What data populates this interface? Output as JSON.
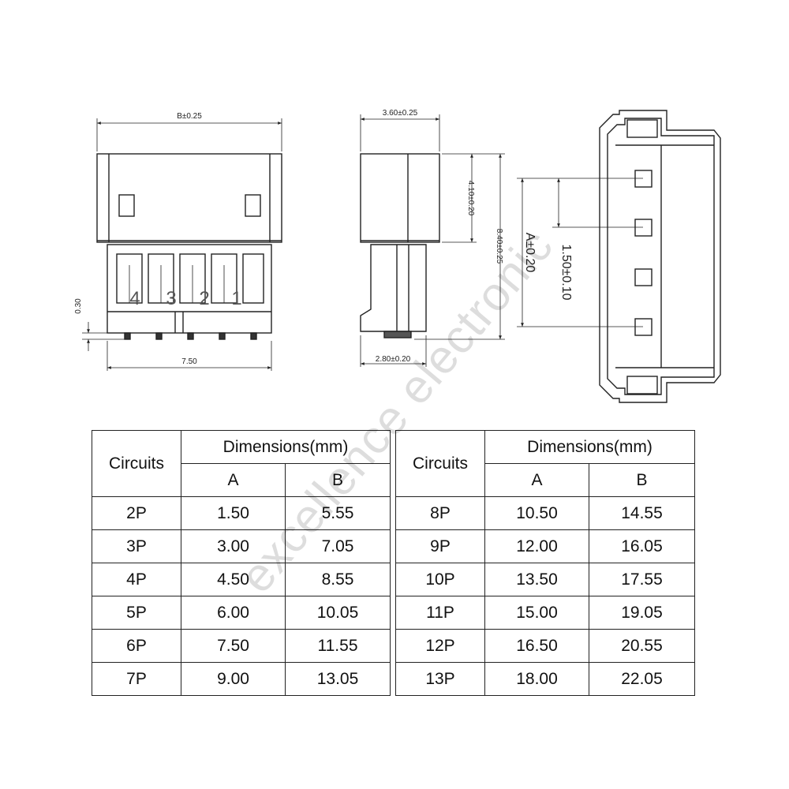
{
  "drawing": {
    "front_view": {
      "dim_top": "B±0.25",
      "dim_side": "0.30",
      "dim_bottom": "7.50",
      "pin_numbers": [
        "4",
        "3",
        "2",
        "1"
      ]
    },
    "side_view": {
      "dim_top": "3.60±0.25",
      "dim_upper": "4.10±0.20",
      "dim_total": "8.40±0.25",
      "dim_bottom": "2.80±0.20"
    },
    "top_view": {
      "dim_a": "A±0.20",
      "dim_pitch": "1.50±0.10"
    }
  },
  "tables": [
    {
      "header_circuits": "Circuits",
      "header_dimensions": "Dimensions(mm)",
      "col_a": "A",
      "col_b": "B",
      "rows": [
        {
          "circuits": "2P",
          "a": "1.50",
          "b": "5.55"
        },
        {
          "circuits": "3P",
          "a": "3.00",
          "b": "7.05"
        },
        {
          "circuits": "4P",
          "a": "4.50",
          "b": "8.55"
        },
        {
          "circuits": "5P",
          "a": "6.00",
          "b": "10.05"
        },
        {
          "circuits": "6P",
          "a": "7.50",
          "b": "11.55"
        },
        {
          "circuits": "7P",
          "a": "9.00",
          "b": "13.05"
        }
      ]
    },
    {
      "header_circuits": "Circuits",
      "header_dimensions": "Dimensions(mm)",
      "col_a": "A",
      "col_b": "B",
      "rows": [
        {
          "circuits": "8P",
          "a": "10.50",
          "b": "14.55"
        },
        {
          "circuits": "9P",
          "a": "12.00",
          "b": "16.05"
        },
        {
          "circuits": "10P",
          "a": "13.50",
          "b": "17.55"
        },
        {
          "circuits": "11P",
          "a": "15.00",
          "b": "19.05"
        },
        {
          "circuits": "12P",
          "a": "16.50",
          "b": "20.55"
        },
        {
          "circuits": "13P",
          "a": "18.00",
          "b": "22.05"
        }
      ]
    }
  ],
  "watermark": "excellence electronic"
}
